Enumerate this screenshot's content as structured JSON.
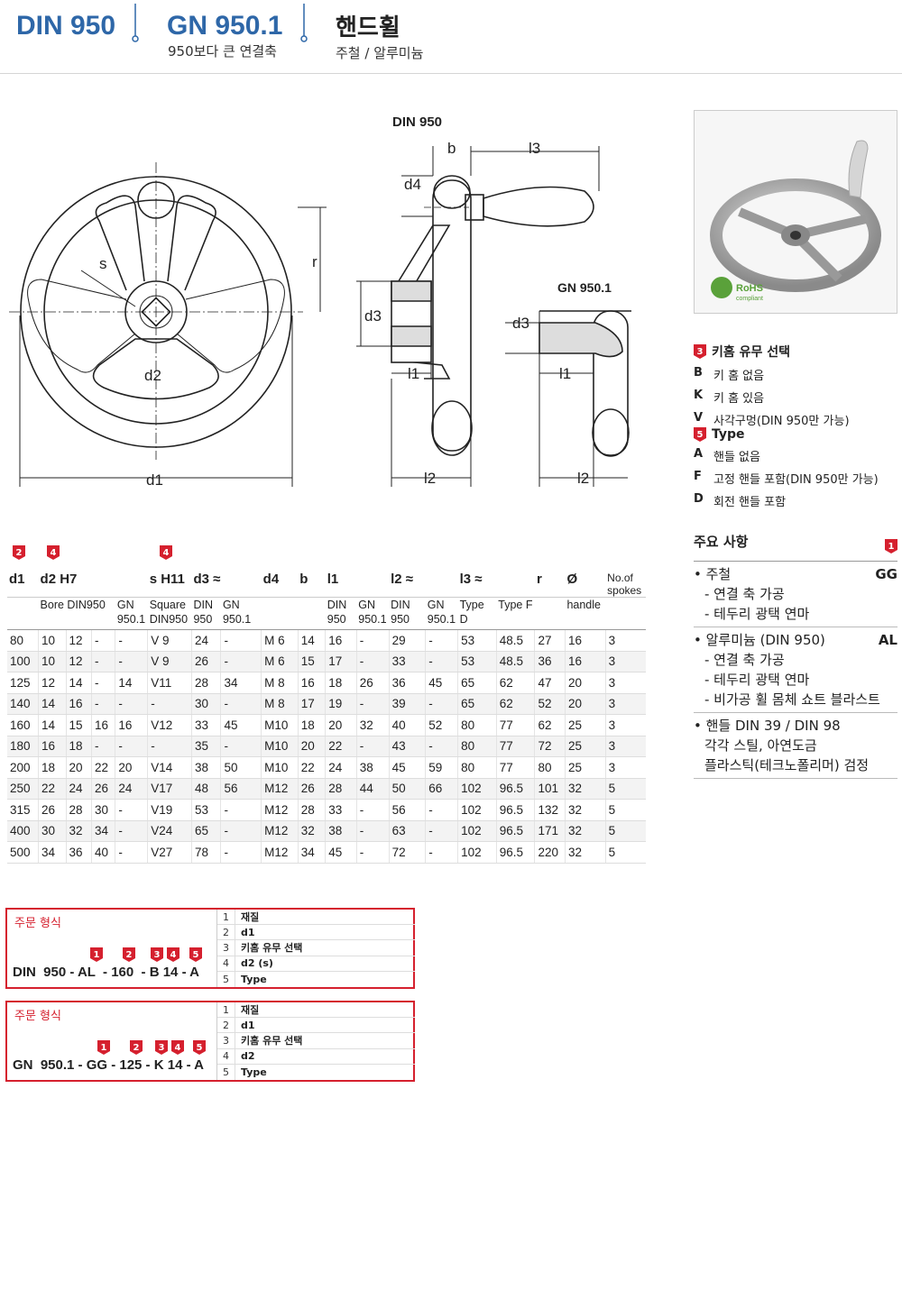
{
  "header": {
    "std": "DIN 950",
    "gn": "GN 950.1",
    "gn_sub": "950보다 큰 연결축",
    "title": "핸드휠",
    "title_sub": "주철 / 알루미늄"
  },
  "drawing_labels": {
    "din950": "DIN 950",
    "gn9501": "GN 950.1",
    "s": "s",
    "r": "r",
    "d1": "d1",
    "d2": "d2",
    "d3": "d3",
    "d4": "d4",
    "b": "b",
    "l1": "l1",
    "l2": "l2",
    "l3": "l3"
  },
  "photo": {
    "badge": "RoHS",
    "badge_sub": "compliant"
  },
  "keyway": {
    "badge": "3",
    "title": "키홈 유무 선택",
    "items": [
      {
        "k": "B",
        "v": "키 홈 없음"
      },
      {
        "k": "K",
        "v": "키 홈 있음"
      },
      {
        "k": "V",
        "v": "사각구멍(DIN 950만 가능)"
      }
    ]
  },
  "type": {
    "badge": "5",
    "title": "Type",
    "items": [
      {
        "k": "A",
        "v": "핸들 없음"
      },
      {
        "k": "F",
        "v": "고정 핸들 포함(DIN 950만 가능)"
      },
      {
        "k": "D",
        "v": "회전 핸들 포함"
      }
    ]
  },
  "notes": {
    "title": "주요 사항",
    "badge": "1",
    "groups": [
      {
        "main": "• 주철",
        "code": "GG",
        "subs": [
          "- 연결 축 가공",
          "- 테두리 광택 연마"
        ]
      },
      {
        "main": "• 알루미늄 (DIN 950)",
        "code": "AL",
        "subs": [
          "- 연결 축 가공",
          "- 테두리 광택 연마",
          "- 비가공 휠 몸체 쇼트 블라스트"
        ]
      },
      {
        "main": "• 핸들 DIN 39 / DIN 98",
        "code": "",
        "subs": [
          "각각 스틸, 아연도금",
          "플라스틱(테크노폴리머) 검정"
        ]
      }
    ]
  },
  "table": {
    "badges": [
      "2",
      "4",
      "4"
    ],
    "head1": [
      "d1",
      "d2 H7",
      "s H11",
      "d3 ≈",
      "d4",
      "b",
      "l1",
      "l2 ≈",
      "l3 ≈",
      "r",
      "Ø",
      "No.of spokes"
    ],
    "head2": [
      "",
      "Bore DIN950",
      "",
      "GN 950.1",
      "Square DIN950",
      "DIN 950",
      "GN 950.1",
      "",
      "",
      "DIN 950",
      "GN 950.1",
      "DIN 950",
      "GN 950.1",
      "Type D",
      "Type F",
      "",
      "handle",
      ""
    ],
    "rows": [
      [
        "80",
        "10",
        "12",
        "-",
        "-",
        "V 9",
        "24",
        "-",
        "M 6",
        "14",
        "16",
        "-",
        "29",
        "-",
        "53",
        "48.5",
        "27",
        "16",
        "3"
      ],
      [
        "100",
        "10",
        "12",
        "-",
        "-",
        "V 9",
        "26",
        "-",
        "M 6",
        "15",
        "17",
        "-",
        "33",
        "-",
        "53",
        "48.5",
        "36",
        "16",
        "3"
      ],
      [
        "125",
        "12",
        "14",
        "-",
        "14",
        "V11",
        "28",
        "34",
        "M 8",
        "16",
        "18",
        "26",
        "36",
        "45",
        "65",
        "62",
        "47",
        "20",
        "3"
      ],
      [
        "140",
        "14",
        "16",
        "-",
        "-",
        "-",
        "30",
        "-",
        "M 8",
        "17",
        "19",
        "-",
        "39",
        "-",
        "65",
        "62",
        "52",
        "20",
        "3"
      ],
      [
        "160",
        "14",
        "15",
        "16",
        "16",
        "V12",
        "33",
        "45",
        "M10",
        "18",
        "20",
        "32",
        "40",
        "52",
        "80",
        "77",
        "62",
        "25",
        "3"
      ],
      [
        "180",
        "16",
        "18",
        "-",
        "-",
        "-",
        "35",
        "-",
        "M10",
        "20",
        "22",
        "-",
        "43",
        "-",
        "80",
        "77",
        "72",
        "25",
        "3"
      ],
      [
        "200",
        "18",
        "20",
        "22",
        "20",
        "V14",
        "38",
        "50",
        "M10",
        "22",
        "24",
        "38",
        "45",
        "59",
        "80",
        "77",
        "80",
        "25",
        "3"
      ],
      [
        "250",
        "22",
        "24",
        "26",
        "24",
        "V17",
        "48",
        "56",
        "M12",
        "26",
        "28",
        "44",
        "50",
        "66",
        "102",
        "96.5",
        "101",
        "32",
        "5"
      ],
      [
        "315",
        "26",
        "28",
        "30",
        "-",
        "V19",
        "53",
        "-",
        "M12",
        "28",
        "33",
        "-",
        "56",
        "-",
        "102",
        "96.5",
        "132",
        "32",
        "5"
      ],
      [
        "400",
        "30",
        "32",
        "34",
        "-",
        "V24",
        "65",
        "-",
        "M12",
        "32",
        "38",
        "-",
        "63",
        "-",
        "102",
        "96.5",
        "171",
        "32",
        "5"
      ],
      [
        "500",
        "34",
        "36",
        "40",
        "-",
        "V27",
        "78",
        "-",
        "M12",
        "34",
        "45",
        "-",
        "72",
        "-",
        "102",
        "96.5",
        "220",
        "32",
        "5"
      ]
    ]
  },
  "order1": {
    "label": "주문 형식",
    "code": "DIN  950 - AL  - 160  - B 14 - A",
    "legend": [
      {
        "n": "1",
        "t": "재질"
      },
      {
        "n": "2",
        "t": "d1"
      },
      {
        "n": "3",
        "t": "키홈 유무 선택"
      },
      {
        "n": "4",
        "t": "d2 (s)"
      },
      {
        "n": "5",
        "t": "Type"
      }
    ]
  },
  "order2": {
    "label": "주문 형식",
    "code": "GN  950.1 - GG - 125 - K 14 - A",
    "legend": [
      {
        "n": "1",
        "t": "재질"
      },
      {
        "n": "2",
        "t": "d1"
      },
      {
        "n": "3",
        "t": "키홈 유무 선택"
      },
      {
        "n": "4",
        "t": "d2"
      },
      {
        "n": "5",
        "t": "Type"
      }
    ]
  },
  "colors": {
    "accent": "#2e67a8",
    "red": "#d5202e"
  }
}
